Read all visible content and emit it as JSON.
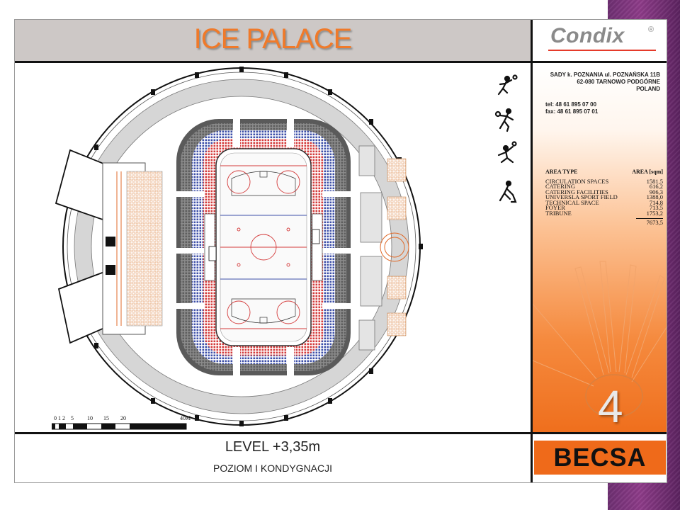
{
  "header": {
    "title": "ICE PALACE"
  },
  "logo": {
    "name": "Condix",
    "mark": "®"
  },
  "address": {
    "line1": "SADY k. POZNANIA ul. POZNAŃSKA 11B",
    "line2": "62-080 TARNOWO PODGÓRNE",
    "line3": "POLAND",
    "tel": "tel:  48 61 895 07 00",
    "fax": "fax:  48 61 895 07 01"
  },
  "area_table": {
    "col_type": "AREA TYPE",
    "col_area": "AREA [sqm]",
    "rows": [
      {
        "type": "CIRCULATION SPACES",
        "area": "1581,5"
      },
      {
        "type": "CATERING",
        "area": "616,2"
      },
      {
        "type": "CATERING FACILITIES",
        "area": "906,3"
      },
      {
        "type": "UNIVERSLA SPORT FIELD",
        "area": "1388,0"
      },
      {
        "type": "TECHNICAL SPACE",
        "area": "714,8"
      },
      {
        "type": "FOYER",
        "area": "713,5"
      },
      {
        "type": "TRIBUNE",
        "area": "1753,2"
      }
    ],
    "total": "7673,5"
  },
  "page_number": "4",
  "level": {
    "title": "LEVEL +3,35m",
    "subtitle": "POZIOM I KONDYGNACJI"
  },
  "brand": "BECSA",
  "scale_bar": {
    "labels": [
      "0",
      "1",
      "2",
      "5",
      "10",
      "15",
      "20",
      "40M"
    ]
  },
  "sport_icons": [
    "handball-icon",
    "basketball-icon",
    "volleyball-icon",
    "hockey-icon"
  ],
  "colors": {
    "title_orange": "#f07a2a",
    "seat_red": "#d43b3b",
    "seat_blue": "#3c4fa8",
    "panel_orange": "#ef6f1d",
    "purple": "#7a3478"
  }
}
